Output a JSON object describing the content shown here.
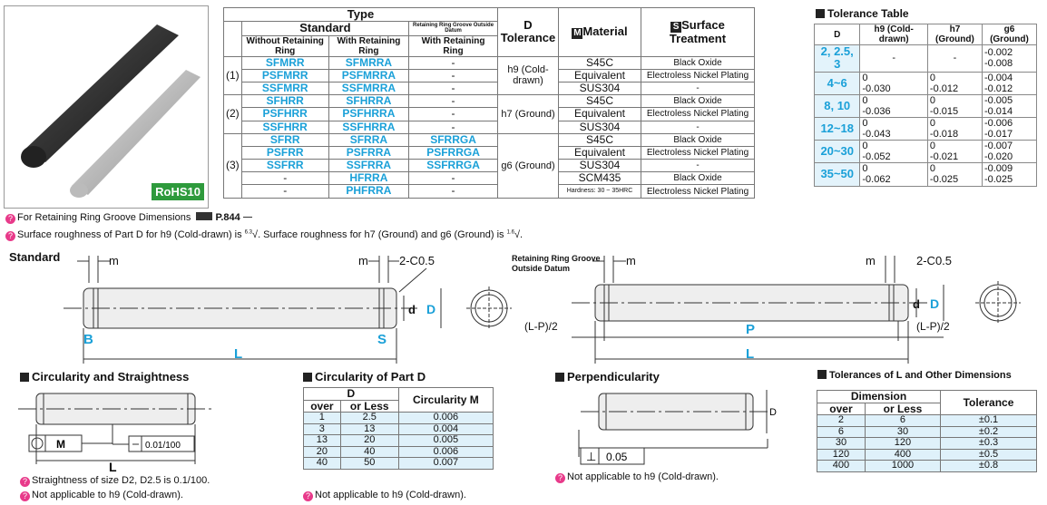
{
  "badge": "RoHS10",
  "type_table": {
    "h_type": "Type",
    "h_standard": "Standard",
    "h_groove_datum": "Retaining Ring Groove Outside Datum",
    "h_without": "Without Retaining Ring",
    "h_with": "With Retaining Ring",
    "h_with2": "With Retaining Ring",
    "h_d": "D",
    "h_tol": "Tolerance",
    "h_material": "Material",
    "h_surface": "Surface",
    "h_treatment": "Treatment",
    "m_icon": "M",
    "s_icon": "S",
    "rows": [
      {
        "grp": "(1)",
        "a": "SFMRR",
        "b": "SFMRRA",
        "c": "-",
        "tol": "h9 (Cold-drawn)",
        "mat": "S45C",
        "sur": "Black Oxide"
      },
      {
        "grp": "",
        "a": "PSFMRR",
        "b": "PSFMRRA",
        "c": "-",
        "tol": "",
        "mat": "Equivalent",
        "sur": "Electroless Nickel Plating"
      },
      {
        "grp": "",
        "a": "SSFMRR",
        "b": "SSFMRRA",
        "c": "-",
        "tol": "",
        "mat": "SUS304",
        "sur": "-"
      },
      {
        "grp": "(2)",
        "a": "SFHRR",
        "b": "SFHRRA",
        "c": "-",
        "tol": "h7 (Ground)",
        "mat": "S45C",
        "sur": "Black Oxide"
      },
      {
        "grp": "",
        "a": "PSFHRR",
        "b": "PSFHRRA",
        "c": "-",
        "tol": "",
        "mat": "Equivalent",
        "sur": "Electroless Nickel Plating"
      },
      {
        "grp": "",
        "a": "SSFHRR",
        "b": "SSFHRRA",
        "c": "-",
        "tol": "",
        "mat": "SUS304",
        "sur": "-"
      },
      {
        "grp": "(3)",
        "a": "SFRR",
        "b": "SFRRA",
        "c": "SFRRGA",
        "tol": "g6 (Ground)",
        "mat": "S45C",
        "sur": "Black Oxide"
      },
      {
        "grp": "",
        "a": "PSFRR",
        "b": "PSFRRA",
        "c": "PSFRRGA",
        "tol": "",
        "mat": "Equivalent",
        "sur": "Electroless Nickel Plating"
      },
      {
        "grp": "",
        "a": "SSFRR",
        "b": "SSFRRA",
        "c": "SSFRRGA",
        "tol": "",
        "mat": "SUS304",
        "sur": "-"
      },
      {
        "grp": "",
        "a": "-",
        "b": "HFRRA",
        "c": "-",
        "tol": "",
        "mat": "SCM435",
        "sur": "Black Oxide"
      },
      {
        "grp": "",
        "a": "-",
        "b": "PHFRRA",
        "c": "-",
        "tol": "",
        "mat": "Hardness: 30 ~ 35HRC",
        "sur": "Electroless Nickel Plating"
      }
    ]
  },
  "tolerance_table": {
    "title": "Tolerance Table",
    "headers": [
      "D",
      "h9 (Cold-drawn)",
      "h7 (Ground)",
      "g6 (Ground)"
    ],
    "rows": [
      {
        "d": "2, 2.5, 3",
        "h9": [
          "-"
        ],
        "h7": [
          "-"
        ],
        "g6": [
          "-0.002",
          "-0.008"
        ]
      },
      {
        "d": "4~6",
        "h9": [
          "0",
          "-0.030"
        ],
        "h7": [
          "0",
          "-0.012"
        ],
        "g6": [
          "-0.004",
          "-0.012"
        ]
      },
      {
        "d": "8, 10",
        "h9": [
          "0",
          "-0.036"
        ],
        "h7": [
          "0",
          "-0.015"
        ],
        "g6": [
          "-0.005",
          "-0.014"
        ]
      },
      {
        "d": "12~18",
        "h9": [
          "0",
          "-0.043"
        ],
        "h7": [
          "0",
          "-0.018"
        ],
        "g6": [
          "-0.006",
          "-0.017"
        ]
      },
      {
        "d": "20~30",
        "h9": [
          "0",
          "-0.052"
        ],
        "h7": [
          "0",
          "-0.021"
        ],
        "g6": [
          "-0.007",
          "-0.020"
        ]
      },
      {
        "d": "35~50",
        "h9": [
          "0",
          "-0.062"
        ],
        "h7": [
          "0",
          "-0.025"
        ],
        "g6": [
          "-0.009",
          "-0.025"
        ]
      }
    ]
  },
  "notes": {
    "groove": "For Retaining Ring Groove Dimensions",
    "page_ref": "P.844",
    "roughness_a": "Surface roughness of Part D for h9 (Cold-drawn) is",
    "roughness_b": ". Surface roughness for h7 (Ground) and g6 (Ground) is",
    "roughness_end": ".",
    "ra1": "6.3",
    "ra2": "1.6"
  },
  "drawing": {
    "standard": "Standard",
    "m": "m",
    "chamfer": "2-C0.5",
    "d_small": "d",
    "d_big": "D",
    "b": "B",
    "s": "S",
    "l": "L",
    "datum_title1": "Retaining Ring Groove",
    "datum_title2": "Outside Datum",
    "p": "P",
    "lp": "(L-P)/2"
  },
  "circ_straight": {
    "title": "Circularity and Straightness",
    "m_label": "M",
    "straight_val": "0.01/100",
    "l": "L",
    "note1": "Straightness of size D2, D2.5 is 0.1/100.",
    "note2": "Not applicable to h9 (Cold-drawn)."
  },
  "circ_part": {
    "title": "Circularity of Part D",
    "h_d": "D",
    "h_circ": "Circularity M",
    "h_over": "over",
    "h_less": "or Less",
    "rows": [
      [
        "1",
        "2.5",
        "0.006"
      ],
      [
        "3",
        "13",
        "0.004"
      ],
      [
        "13",
        "20",
        "0.005"
      ],
      [
        "20",
        "40",
        "0.006"
      ],
      [
        "40",
        "50",
        "0.007"
      ]
    ],
    "note": "Not applicable to h9 (Cold-drawn)."
  },
  "perp": {
    "title": "Perpendicularity",
    "d": "D",
    "val": "0.05",
    "note": "Not applicable to h9 (Cold-drawn)."
  },
  "tol_l": {
    "title": "Tolerances of L and Other Dimensions",
    "h_dim": "Dimension",
    "h_tol": "Tolerance",
    "h_over": "over",
    "h_less": "or Less",
    "rows": [
      [
        "2",
        "6",
        "±0.1"
      ],
      [
        "6",
        "30",
        "±0.2"
      ],
      [
        "30",
        "120",
        "±0.3"
      ],
      [
        "120",
        "400",
        "±0.5"
      ],
      [
        "400",
        "1000",
        "±0.8"
      ]
    ]
  }
}
